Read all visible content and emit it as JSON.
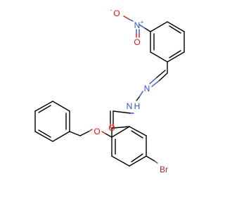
{
  "atoms": {
    "nitro_n": "N",
    "nitro_n_charge": "+",
    "nitro_o_top": "O",
    "nitro_o_top_charge": "-",
    "nitro_o_bottom": "O",
    "hydrazone_n1": "N",
    "hydrazone_n2": "N",
    "hydrazone_h": "H",
    "carbonyl_o": "O",
    "ether_o": "O",
    "bromine": "Br"
  },
  "colors": {
    "bond": "#000000",
    "oxygen": "#ff0d0d",
    "nitrogen": "#3050f8",
    "bromine": "#a62929",
    "background": "#ffffff"
  }
}
